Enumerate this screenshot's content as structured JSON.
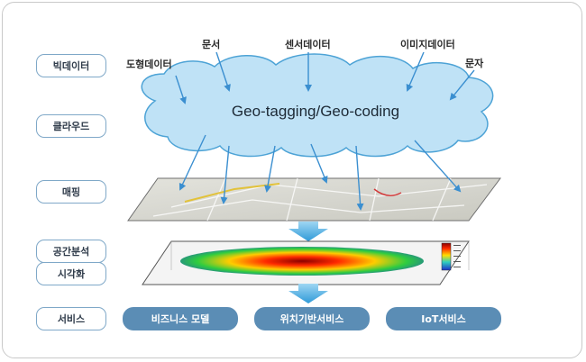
{
  "left_labels": [
    "빅데이터",
    "클라우드",
    "매핑",
    "공간분석",
    "시각화",
    "서비스"
  ],
  "cloud_text": "Geo-tagging/Geo-coding",
  "sources": [
    "도형데이터",
    "문서",
    "센서데이터",
    "이미지데이터",
    "문자"
  ],
  "services": [
    "비즈니스 모델",
    "위치기반서비스",
    "IoT서비스"
  ],
  "colors": {
    "cloud_fill": "#bfe2f6",
    "cloud_stroke": "#4da3d6",
    "label_border": "#7fa8c8",
    "service_fill": "#5b8db5",
    "arrow": "#3b8fd0"
  }
}
